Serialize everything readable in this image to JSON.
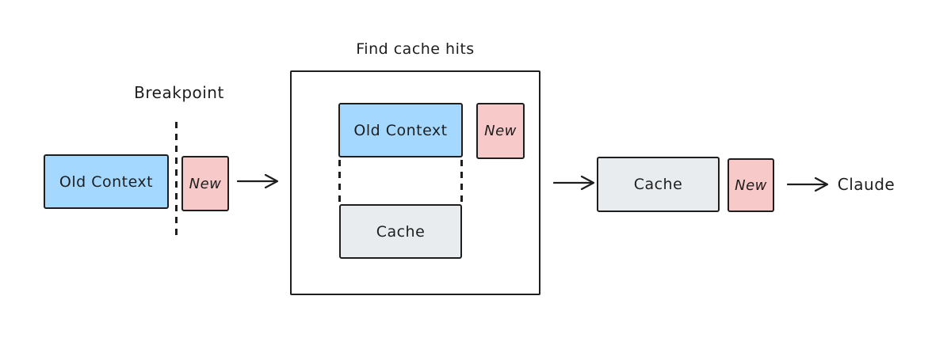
{
  "stage1": {
    "breakpoint_label": "Breakpoint",
    "old_context_label": "Old Context",
    "new_label": "New"
  },
  "stage2": {
    "title": "Find cache hits",
    "old_context_label": "Old Context",
    "new_label": "New",
    "cache_label": "Cache"
  },
  "stage3": {
    "cache_label": "Cache",
    "new_label": "New",
    "claude_label": "Claude"
  },
  "colors": {
    "old_context_fill": "#a5d8ff",
    "new_fill": "#f7c9c9",
    "cache_fill": "#e9ecef",
    "stroke": "#1e1e1e",
    "background": "#ffffff"
  }
}
